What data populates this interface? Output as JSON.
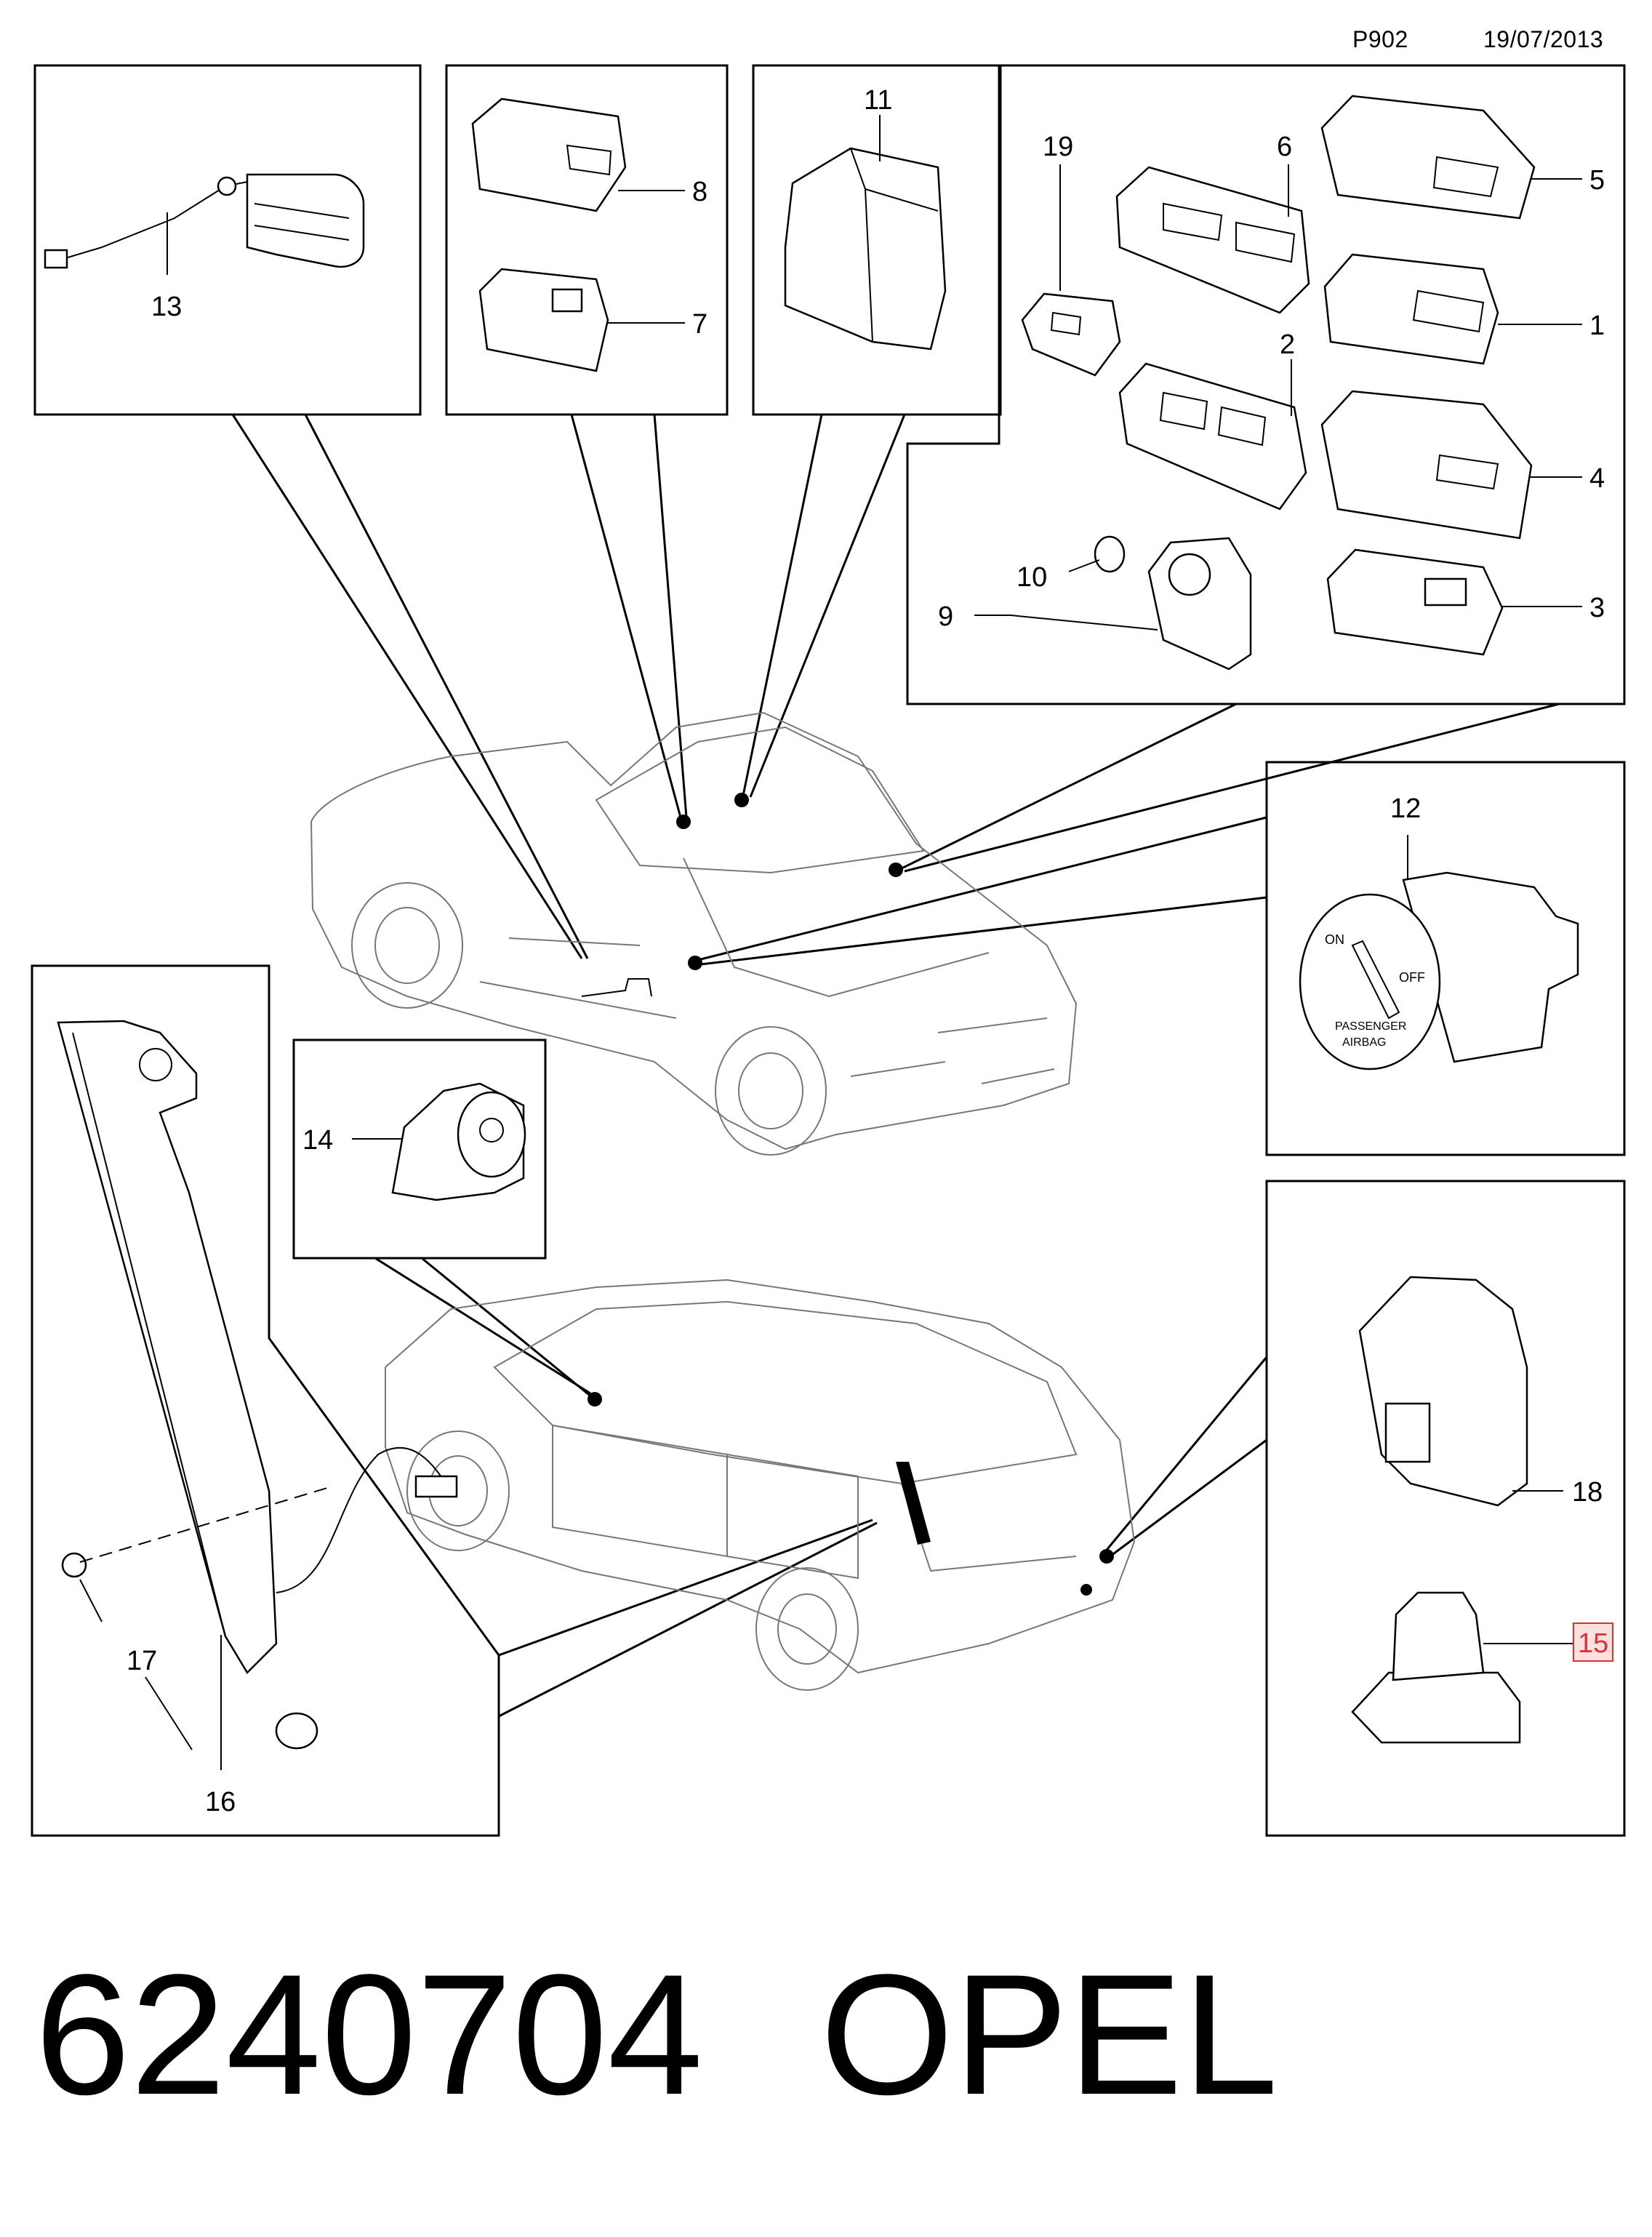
{
  "header": {
    "code": "P902",
    "date": "19/07/2013"
  },
  "footer": {
    "part_number": "6240704",
    "make": "OPEL"
  },
  "callouts": {
    "c1": "1",
    "c2": "2",
    "c3": "3",
    "c4": "4",
    "c5": "5",
    "c6": "6",
    "c7": "7",
    "c8": "8",
    "c9": "9",
    "c10": "10",
    "c11": "11",
    "c12": "12",
    "c13": "13",
    "c14": "14",
    "c15": "15",
    "c16": "16",
    "c17": "17",
    "c18": "18",
    "c19": "19"
  },
  "ignition_labels": {
    "on": "ON",
    "off": "OFF",
    "airbag_1": "PASSENGER",
    "airbag_2": "AIRBAG"
  },
  "colors": {
    "line": "#000000",
    "car": "#777777",
    "highlight": "#e03030",
    "highlight_fill": "#fde0e0"
  }
}
